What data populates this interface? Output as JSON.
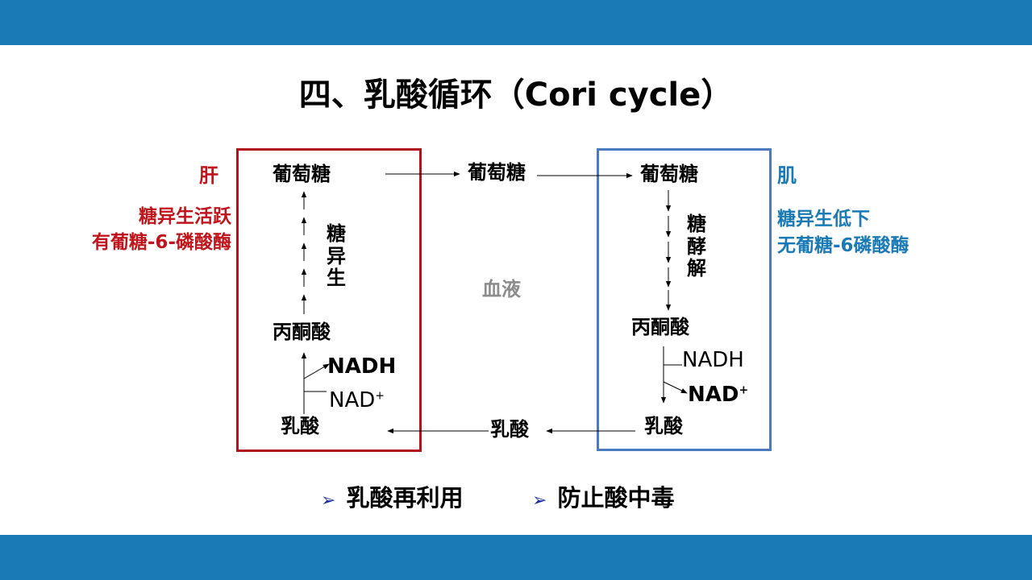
{
  "slide": {
    "title": "四、乳酸循环（Cori cycle）"
  },
  "liver": {
    "organ_label": "肝",
    "note_line1": "糖异生活跃",
    "note_line2": "有葡糖-6-磷酸酶",
    "glucose": "葡萄糖",
    "process": "糖异生",
    "pyruvate": "丙酮酸",
    "nadh": "NADH",
    "nad": "NAD",
    "nad_sup": "+",
    "lactate": "乳酸"
  },
  "blood": {
    "glucose": "葡萄糖",
    "label": "血液",
    "lactate": "乳酸"
  },
  "muscle": {
    "organ_label": "肌",
    "note_line1": "糖异生低下",
    "note_line2": "无葡糖-6磷酸酶",
    "glucose": "葡萄糖",
    "process": "糖酵解",
    "pyruvate": "丙酮酸",
    "nadh": "NADH",
    "nad": "NAD",
    "nad_sup": "+",
    "lactate": "乳酸"
  },
  "bullets": [
    {
      "icon": "chevron-right-icon",
      "text": "乳酸再利用"
    },
    {
      "icon": "chevron-right-icon",
      "text": "防止酸中毒"
    }
  ],
  "colors": {
    "header_bar": "#1a7ab5",
    "liver_accent": "#c0151c",
    "muscle_accent": "#1a7ab5",
    "muscle_box": "#4a7bbf",
    "blood_label": "#8c8c8c",
    "bullet_icon": "#1c2fa0"
  }
}
